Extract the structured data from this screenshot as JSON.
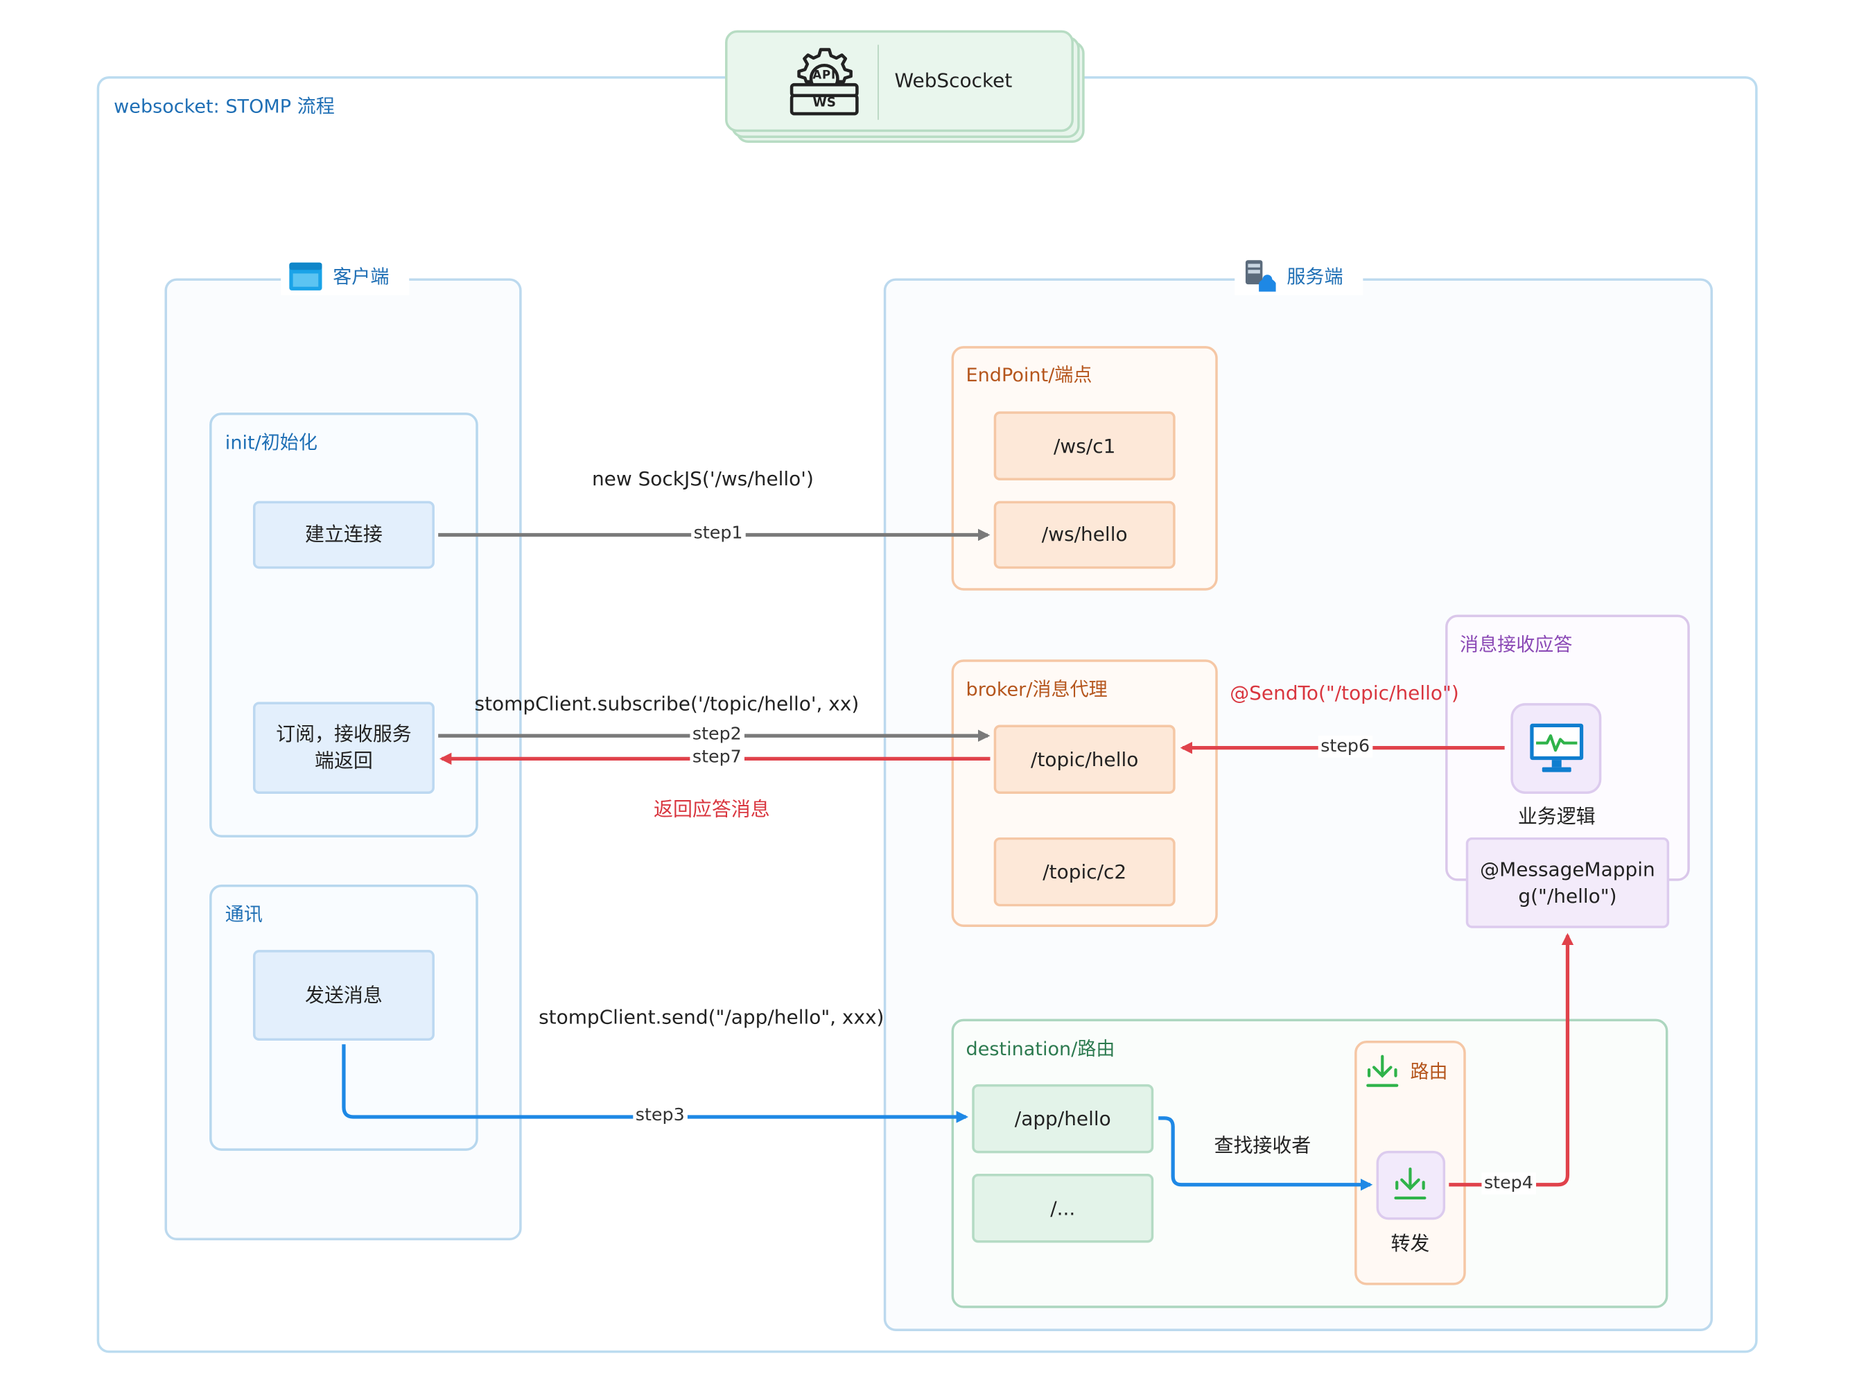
{
  "header": {
    "title": "WebScocket",
    "badge_top": "API",
    "badge_bottom": "WS"
  },
  "outer": {
    "label": "websocket: STOMP 流程"
  },
  "client": {
    "label": "客户端",
    "init": {
      "label": "init/初始化",
      "connect": "建立连接",
      "subscribe": "订阅，接收服务端返回"
    },
    "comm": {
      "label": "通讯",
      "send": "发送消息"
    }
  },
  "server": {
    "label": "服务端",
    "endpoint": {
      "label": "EndPoint/端点",
      "items": [
        "/ws/c1",
        "/ws/hello"
      ]
    },
    "broker": {
      "label": "broker/消息代理",
      "items": [
        "/topic/hello",
        "/topic/c2"
      ]
    },
    "reply": {
      "label": "消息接收应答",
      "logic": "业务逻辑",
      "mapping": "@MessageMapping(\"/hello\")"
    },
    "destination": {
      "label": "destination/路由",
      "items": [
        "/app/hello",
        "/..."
      ],
      "route": {
        "label": "路由",
        "forward": "转发"
      }
    }
  },
  "edges": {
    "step1": {
      "label": "step1",
      "caption": "new SockJS('/ws/hello')"
    },
    "step2": {
      "label": "step2",
      "caption": "stompClient.subscribe('/topic/hello', xx)"
    },
    "step7": {
      "label": "step7",
      "caption": "返回应答消息"
    },
    "step3": {
      "label": "step3",
      "caption": "stompClient.send(\"/app/hello\", xxx)"
    },
    "find": {
      "caption": "查找接收者"
    },
    "step4": {
      "label": "step4"
    },
    "step6": {
      "label": "step6",
      "caption": "@SendTo(\"/topic/hello\")"
    }
  },
  "colors": {
    "blue_group": "#a9cdea",
    "orange_group": "#f5c4a1",
    "purple_group": "#d8c3e6",
    "green_group": "#a8d4bd",
    "grey_arrow": "#7a7a7a",
    "red_arrow": "#e0424b",
    "blue_arrow": "#1e88e5"
  }
}
